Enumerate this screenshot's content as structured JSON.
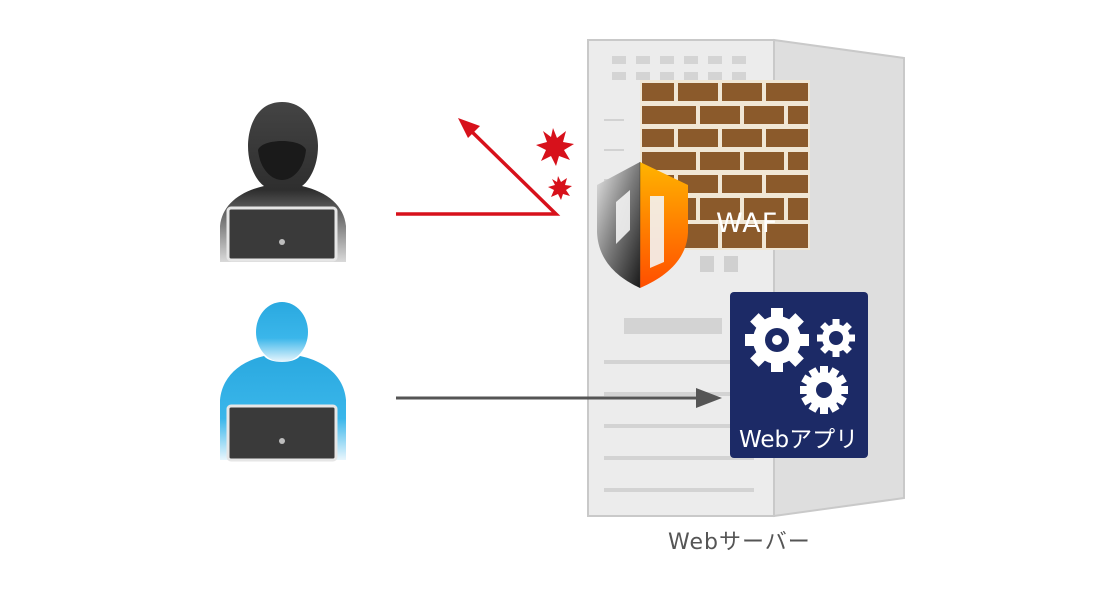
{
  "labels": {
    "waf": "WAF",
    "web_app": "Webアプリ",
    "web_server": "Webサーバー"
  },
  "icons": {
    "attacker": "hooded-hacker-with-laptop-icon",
    "user": "user-with-laptop-icon",
    "shield": "shield-icon",
    "firewall": "brick-wall-icon",
    "gears": "gear-icon",
    "impact": "spark-icon",
    "server": "server-tower-icon"
  },
  "colors": {
    "attack_arrow": "#d7111b",
    "normal_arrow": "#555555",
    "attacker": "#333333",
    "user": "#2aa9e0",
    "brick": "#8b5a2b",
    "mortar": "#f1e7d5",
    "web_app_panel": "#1c2a66",
    "server": "#e2e2e2"
  }
}
